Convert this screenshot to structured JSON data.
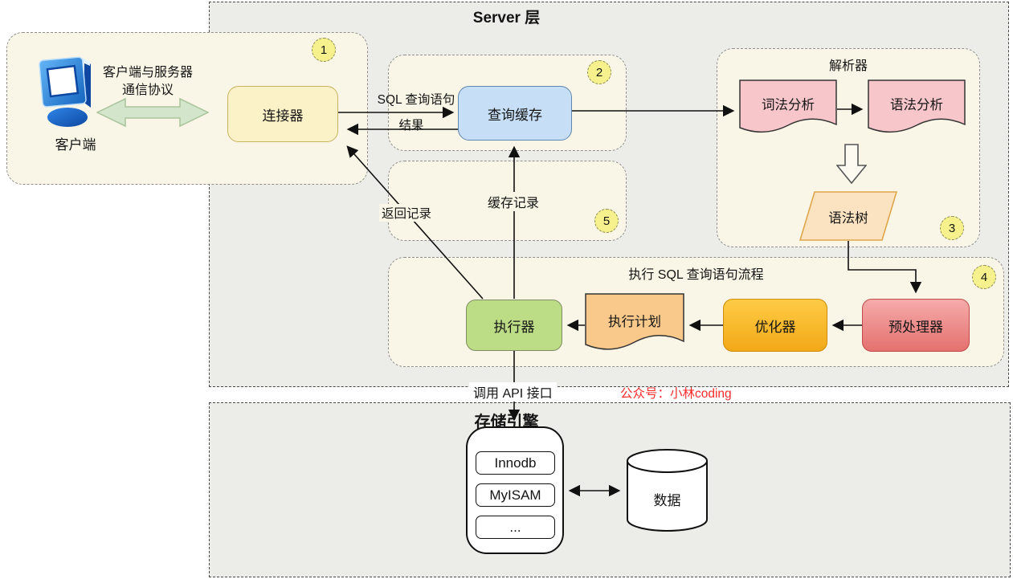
{
  "layers": {
    "server": {
      "title": "Server 层"
    },
    "storage": {
      "title": "存储引擎"
    }
  },
  "client": {
    "badge": "1",
    "icon": "monitor-icon",
    "label": "客户端",
    "protocol_line1": "客户端与服务器",
    "protocol_line2": "通信协议",
    "arrow_icon": "bidirectional-arrow-icon",
    "connector": "连接器"
  },
  "query_cache": {
    "badge": "2",
    "node": "查询缓存"
  },
  "parser": {
    "badge": "3",
    "title": "解析器",
    "lexical": "词法分析",
    "syntactic": "语法分析",
    "syntax_tree": "语法树",
    "down_arrow_icon": "down-arrow-icon"
  },
  "cache_record": {
    "badge": "5",
    "label": "缓存记录"
  },
  "execute_flow": {
    "badge": "4",
    "title": "执行 SQL 查询语句流程",
    "executor": "执行器",
    "plan": "执行计划",
    "optimizer": "优化器",
    "preprocessor": "预处理器"
  },
  "edges": {
    "sql_query": "SQL 查询语句",
    "result": "结果",
    "return_records": "返回记录",
    "call_api": "调用 API 接口"
  },
  "watermark": "公众号：小林coding",
  "storage_engine": {
    "engines": [
      "Innodb",
      "MyISAM",
      "..."
    ],
    "data": "数据"
  },
  "colors": {
    "server_bg": "#ECECE9",
    "panel_bg": "#FAF6E7",
    "connector_fill": "#FCF2C7",
    "cache_fill": "#C6DFF7",
    "doc_fill": "#F6C6CA",
    "tree_fill": "#FBE3C1",
    "executor_fill": "#BCDD85",
    "plan_fill": "#F9C88B",
    "optimizer_fill": "#FBBE2E",
    "preprocessor_fill": "#EF9493",
    "badge_fill": "#F6F18C",
    "green_arrow_fill": "#D3E6CB",
    "watermark_red": "#F92B2B"
  }
}
